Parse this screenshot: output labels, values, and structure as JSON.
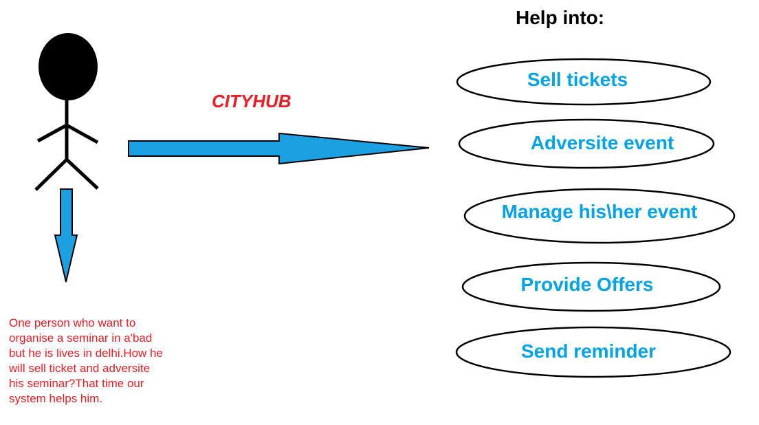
{
  "diagram": {
    "heading": "Help into:",
    "brand_label": "CITYHUB",
    "description_lines": [
      "One person who want to",
      "organise a seminar in a'bad",
      "but he is lives in delhi.How he",
      "will sell ticket and adversite",
      "his seminar?That time our",
      "system helps him."
    ],
    "use_cases": [
      "Sell tickets",
      "Adversite event",
      "Manage his\\her event",
      "Provide Offers",
      "Send reminder"
    ]
  },
  "colors": {
    "arrow_fill": "#1ba1e2",
    "use_case_text": "#00a2e8",
    "brand_text": "#ed1c24",
    "description_text": "#ed1c24",
    "heading_text": "#000000",
    "outline": "#000000"
  }
}
